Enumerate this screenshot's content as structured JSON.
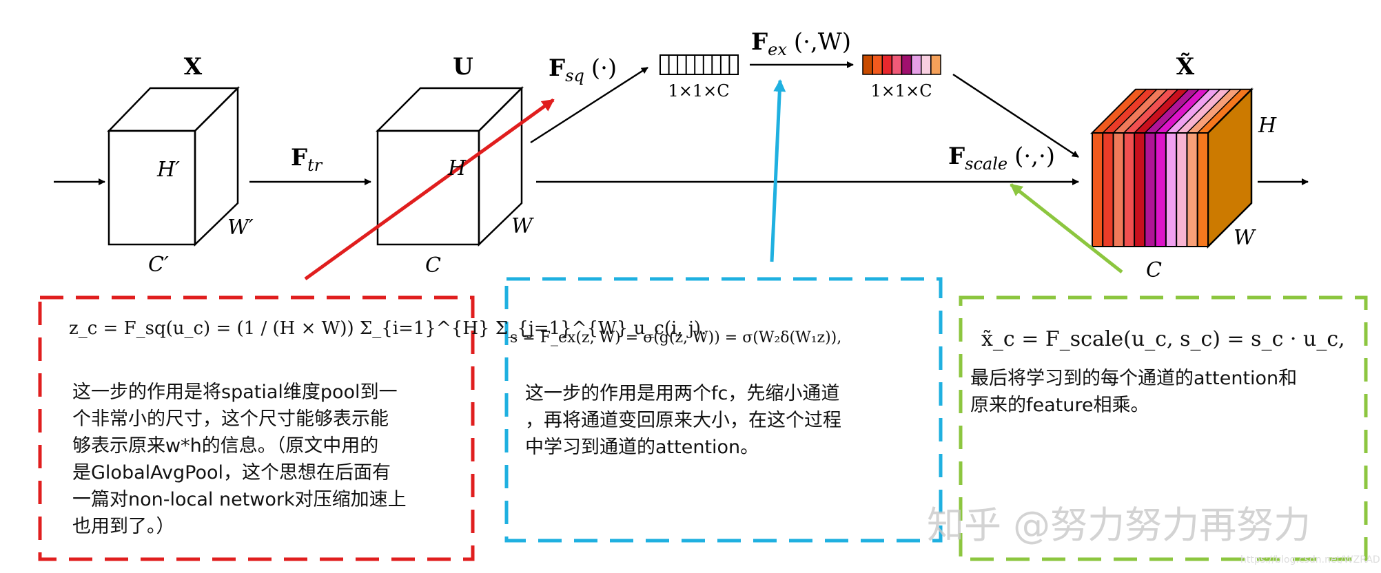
{
  "labels": {
    "x": "X",
    "u": "U",
    "x_tilde": "X̃",
    "h_prime": "H′",
    "w_prime": "W′",
    "c_prime": "C′",
    "h": "H",
    "w": "W",
    "c": "C",
    "f_tr_main": "F",
    "f_tr_sub": "tr",
    "f_sq_main": "F",
    "f_sq_sub": "sq",
    "f_sq_args": "(·)",
    "f_ex_main": "F",
    "f_ex_sub": "ex",
    "f_ex_args": "(·,W)",
    "f_scale_main": "F",
    "f_scale_sub": "scale",
    "f_scale_args": "(·,·)",
    "vec_dims_1": "1×1×C",
    "vec_dims_2": "1×1×C"
  },
  "boxes": {
    "squeeze": {
      "formula": "z_c = F_sq(u_c) = (1 / (H × W)) Σ_{i=1}^{H} Σ_{j=1}^{W} u_c(i, j).",
      "description": "这一步的作用是将spatial维度pool到一\n个非常小的尺寸，这个尺寸能够表示能\n够表示原来w*h的信息。（原文中用的\n是GlobalAvgPool，这个思想在后面有\n一篇对non-local network对压缩加速上\n也用到了。）",
      "color": "#e01e1e"
    },
    "excitation": {
      "formula": "s = F_ex(z, W) = σ(g(z, W)) = σ(W₂δ(W₁z)),",
      "description": "这一步的作用是用两个fc，先缩小通道\n，再将通道变回原来大小，在这个过程\n中学习到通道的attention。",
      "color": "#1fb0e0"
    },
    "scale": {
      "formula": "x̃_c = F_scale(u_c, s_c) = s_c · u_c,",
      "description": "最后将学习到的每个通道的attention和\n原来的feature相乘。",
      "color": "#8cc63f"
    }
  },
  "colors": {
    "red_arrow": "#e01e1e",
    "blue_arrow": "#1fb0e0",
    "green_arrow": "#8cc63f",
    "vector_colors": [
      "#c84b00",
      "#f25a1e",
      "#e8282e",
      "#f05a78",
      "#a0106e",
      "#e6a0e6",
      "#f8cfe0",
      "#f5a15a"
    ],
    "slab_colors": [
      "#f05a1e",
      "#ea3c28",
      "#f07a5a",
      "#f05050",
      "#c8101e",
      "#b01496",
      "#dc14c8",
      "#f0a0f0",
      "#f8b4d2",
      "#f8a078",
      "#f5781e"
    ],
    "side_orange": "#cc7a00"
  },
  "watermark": {
    "text": "知乎 @努力努力再努力",
    "credit": "https://blog.csdn.net/WZRAD"
  }
}
